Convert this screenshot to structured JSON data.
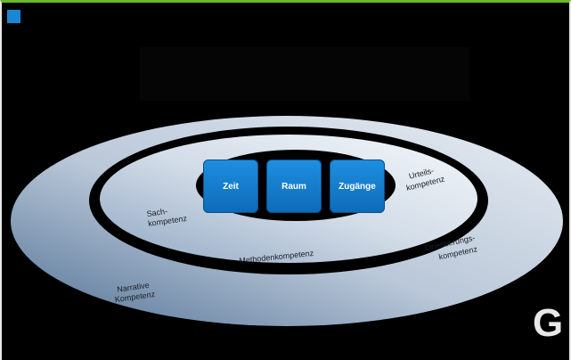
{
  "diagram": {
    "center_boxes": [
      {
        "label": "Zeit"
      },
      {
        "label": "Raum"
      },
      {
        "label": "Zugänge"
      }
    ],
    "ring_labels": {
      "sach": [
        "Sach-",
        "kompetenz"
      ],
      "urteils": [
        "Urteils-",
        "kompetenz"
      ],
      "methoden": "Methodenkompetenz",
      "orientierung": [
        "Orientierungs-",
        "kompetenz"
      ],
      "narrativ": [
        "Narrative",
        "Kompetenz"
      ]
    }
  },
  "logo": {
    "letter": "G"
  },
  "colors": {
    "accent_top": "#6ab82e",
    "box_blue": "#1a86d4",
    "background": "#000000"
  }
}
